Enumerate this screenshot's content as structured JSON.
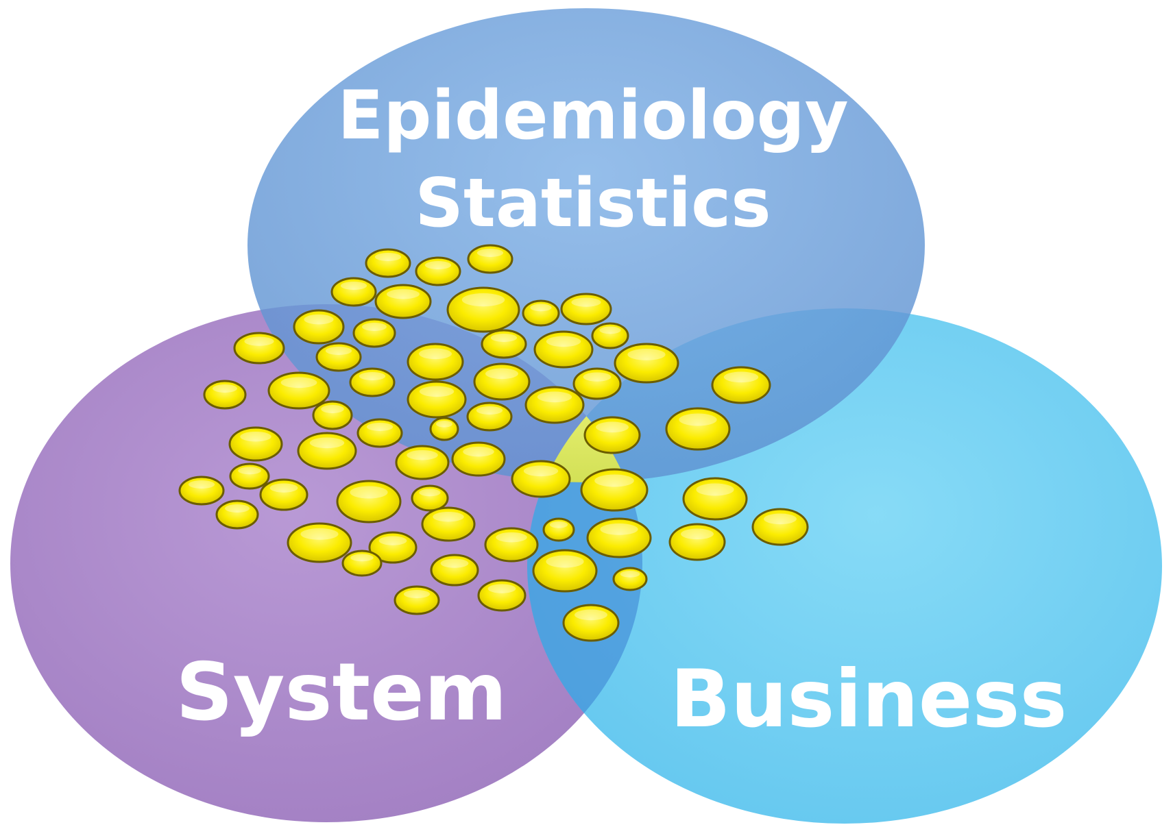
{
  "diagram": {
    "type": "venn",
    "circles": [
      {
        "id": "epidemiology",
        "label_lines": [
          "Epidemiology",
          "Statistics"
        ],
        "color": "#6f9fd9"
      },
      {
        "id": "system",
        "label_lines": [
          "System"
        ],
        "color": "#a987c9"
      },
      {
        "id": "business",
        "label_lines": [
          "Business"
        ],
        "color": "#6fd0f2"
      }
    ],
    "center_highlight_color": "#eef37a",
    "bubble_color": "#fbec00",
    "bubble_outline_color": "#6b5d00"
  }
}
